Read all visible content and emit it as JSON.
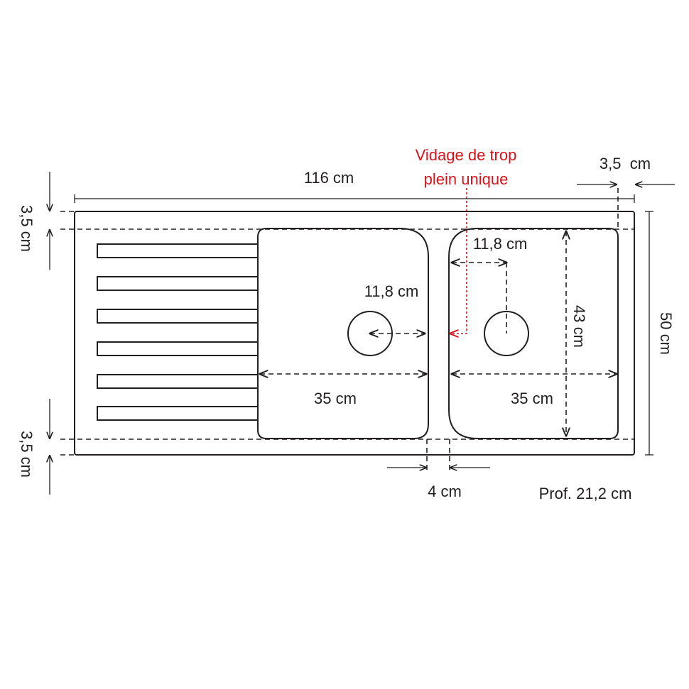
{
  "title": "Évier double bac avec égouttoir - schéma de dimensions",
  "labels": {
    "overall_width": "116 cm",
    "overall_depth": "50 cm",
    "rim_top_right": "3,5  cm",
    "rim_left_top": "3,5 cm",
    "rim_left_bottom": "3,5 cm",
    "overflow_line1": "Vidage de trop",
    "overflow_line2": "plein unique",
    "drain_offset_left": "11,8 cm",
    "drain_offset_right": "11,8 cm",
    "basin_depth": "43 cm",
    "basin_left_width": "35 cm",
    "basin_right_width": "35 cm",
    "divider_width": "4 cm",
    "depth": "Prof. 21,2 cm"
  },
  "colors": {
    "line": "#231f20",
    "accent": "#d6141c"
  }
}
